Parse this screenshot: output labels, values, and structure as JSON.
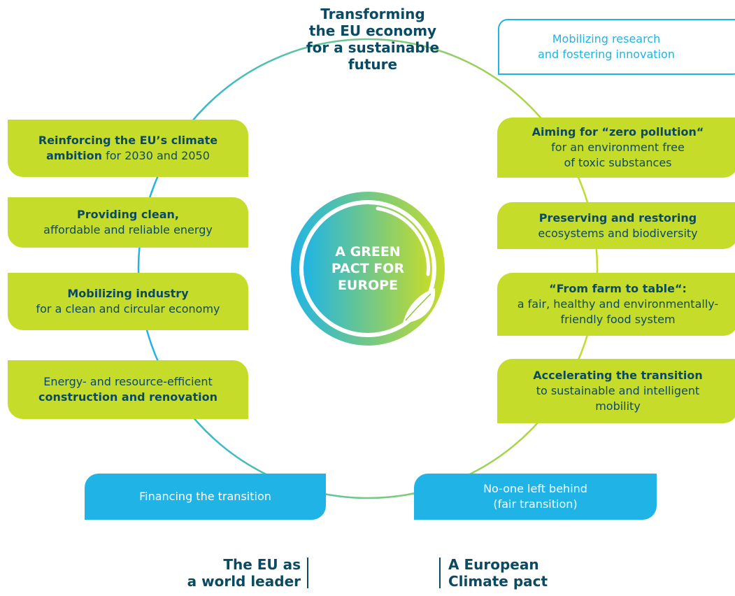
{
  "center": {
    "lines": [
      "A GREEN",
      "PACT FOR",
      "EUROPE"
    ]
  },
  "title": {
    "lines": [
      "Transforming",
      "the EU economy",
      "for a sustainable",
      "future"
    ]
  },
  "top_right_box": {
    "lines": [
      "Mobilizing research",
      "and fostering innovation"
    ]
  },
  "left_boxes": [
    {
      "l1": "Reinforcing the EU’s climate",
      "l2a": "ambition",
      "l2b": " for 2030 and 2050"
    },
    {
      "l1": "Providing clean,",
      "l2": "affordable and reliable energy"
    },
    {
      "l1": "Mobilizing industry",
      "l2": "for a clean and circular economy"
    },
    {
      "l1": "Energy- and resource-efficient",
      "l2": "construction and renovation"
    }
  ],
  "right_boxes": [
    {
      "l1": "Aiming for “zero pollution“",
      "l2": "for an environment free",
      "l3": "of toxic substances"
    },
    {
      "l1": "Preserving and restoring",
      "l2": "ecosystems and biodiversity"
    },
    {
      "l1": "“From farm to table“:",
      "l2": "a fair, healthy and environmentally-",
      "l3": "friendly food system"
    },
    {
      "l1": "Accelerating the transition",
      "l2": "to sustainable and intelligent",
      "l3": "mobility"
    }
  ],
  "bottom_boxes": [
    {
      "text": "Financing the transition"
    },
    {
      "l1": "No-one left behind",
      "l2": "(fair transition)"
    }
  ],
  "bottom_labels": [
    {
      "l1": "The EU as",
      "l2": "a world leader"
    },
    {
      "l1": "A European",
      "l2": "Climate pact"
    }
  ],
  "colors": {
    "green": "#c6dc2a",
    "blue": "#1fb4e5",
    "navy": "#0c4a62"
  }
}
